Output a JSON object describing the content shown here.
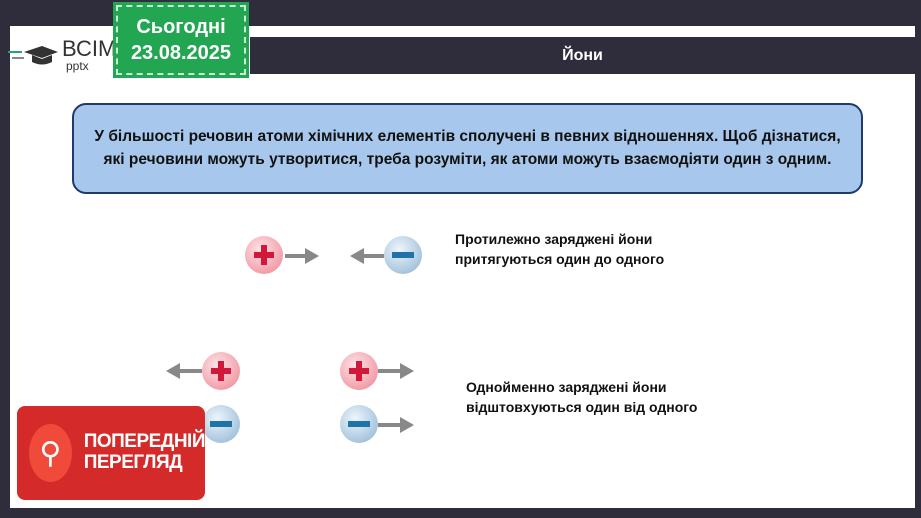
{
  "header": {
    "logo_main": "ВСІМ",
    "logo_sub": "pptx",
    "date_label": "Сьогодні",
    "date": "23.08.2025",
    "title": "Йони"
  },
  "info_text": "У більшості речовин атоми хімічних елементів сполучені в певних відношеннях. Щоб дізнатися, які речовини можуть утворитися, треба розуміти, як атоми можуть взаємодіяти один з одним.",
  "attraction": {
    "line1": "Протилежно заряджені йони",
    "line2": "притягуються один до одного"
  },
  "repulsion": {
    "line1": "Однойменно заряджені йони",
    "line2": "відштовхуються один від одного"
  },
  "preview": {
    "line1": "ПОПЕРЕДНІЙ",
    "line2": "ПЕРЕГЛЯД"
  }
}
